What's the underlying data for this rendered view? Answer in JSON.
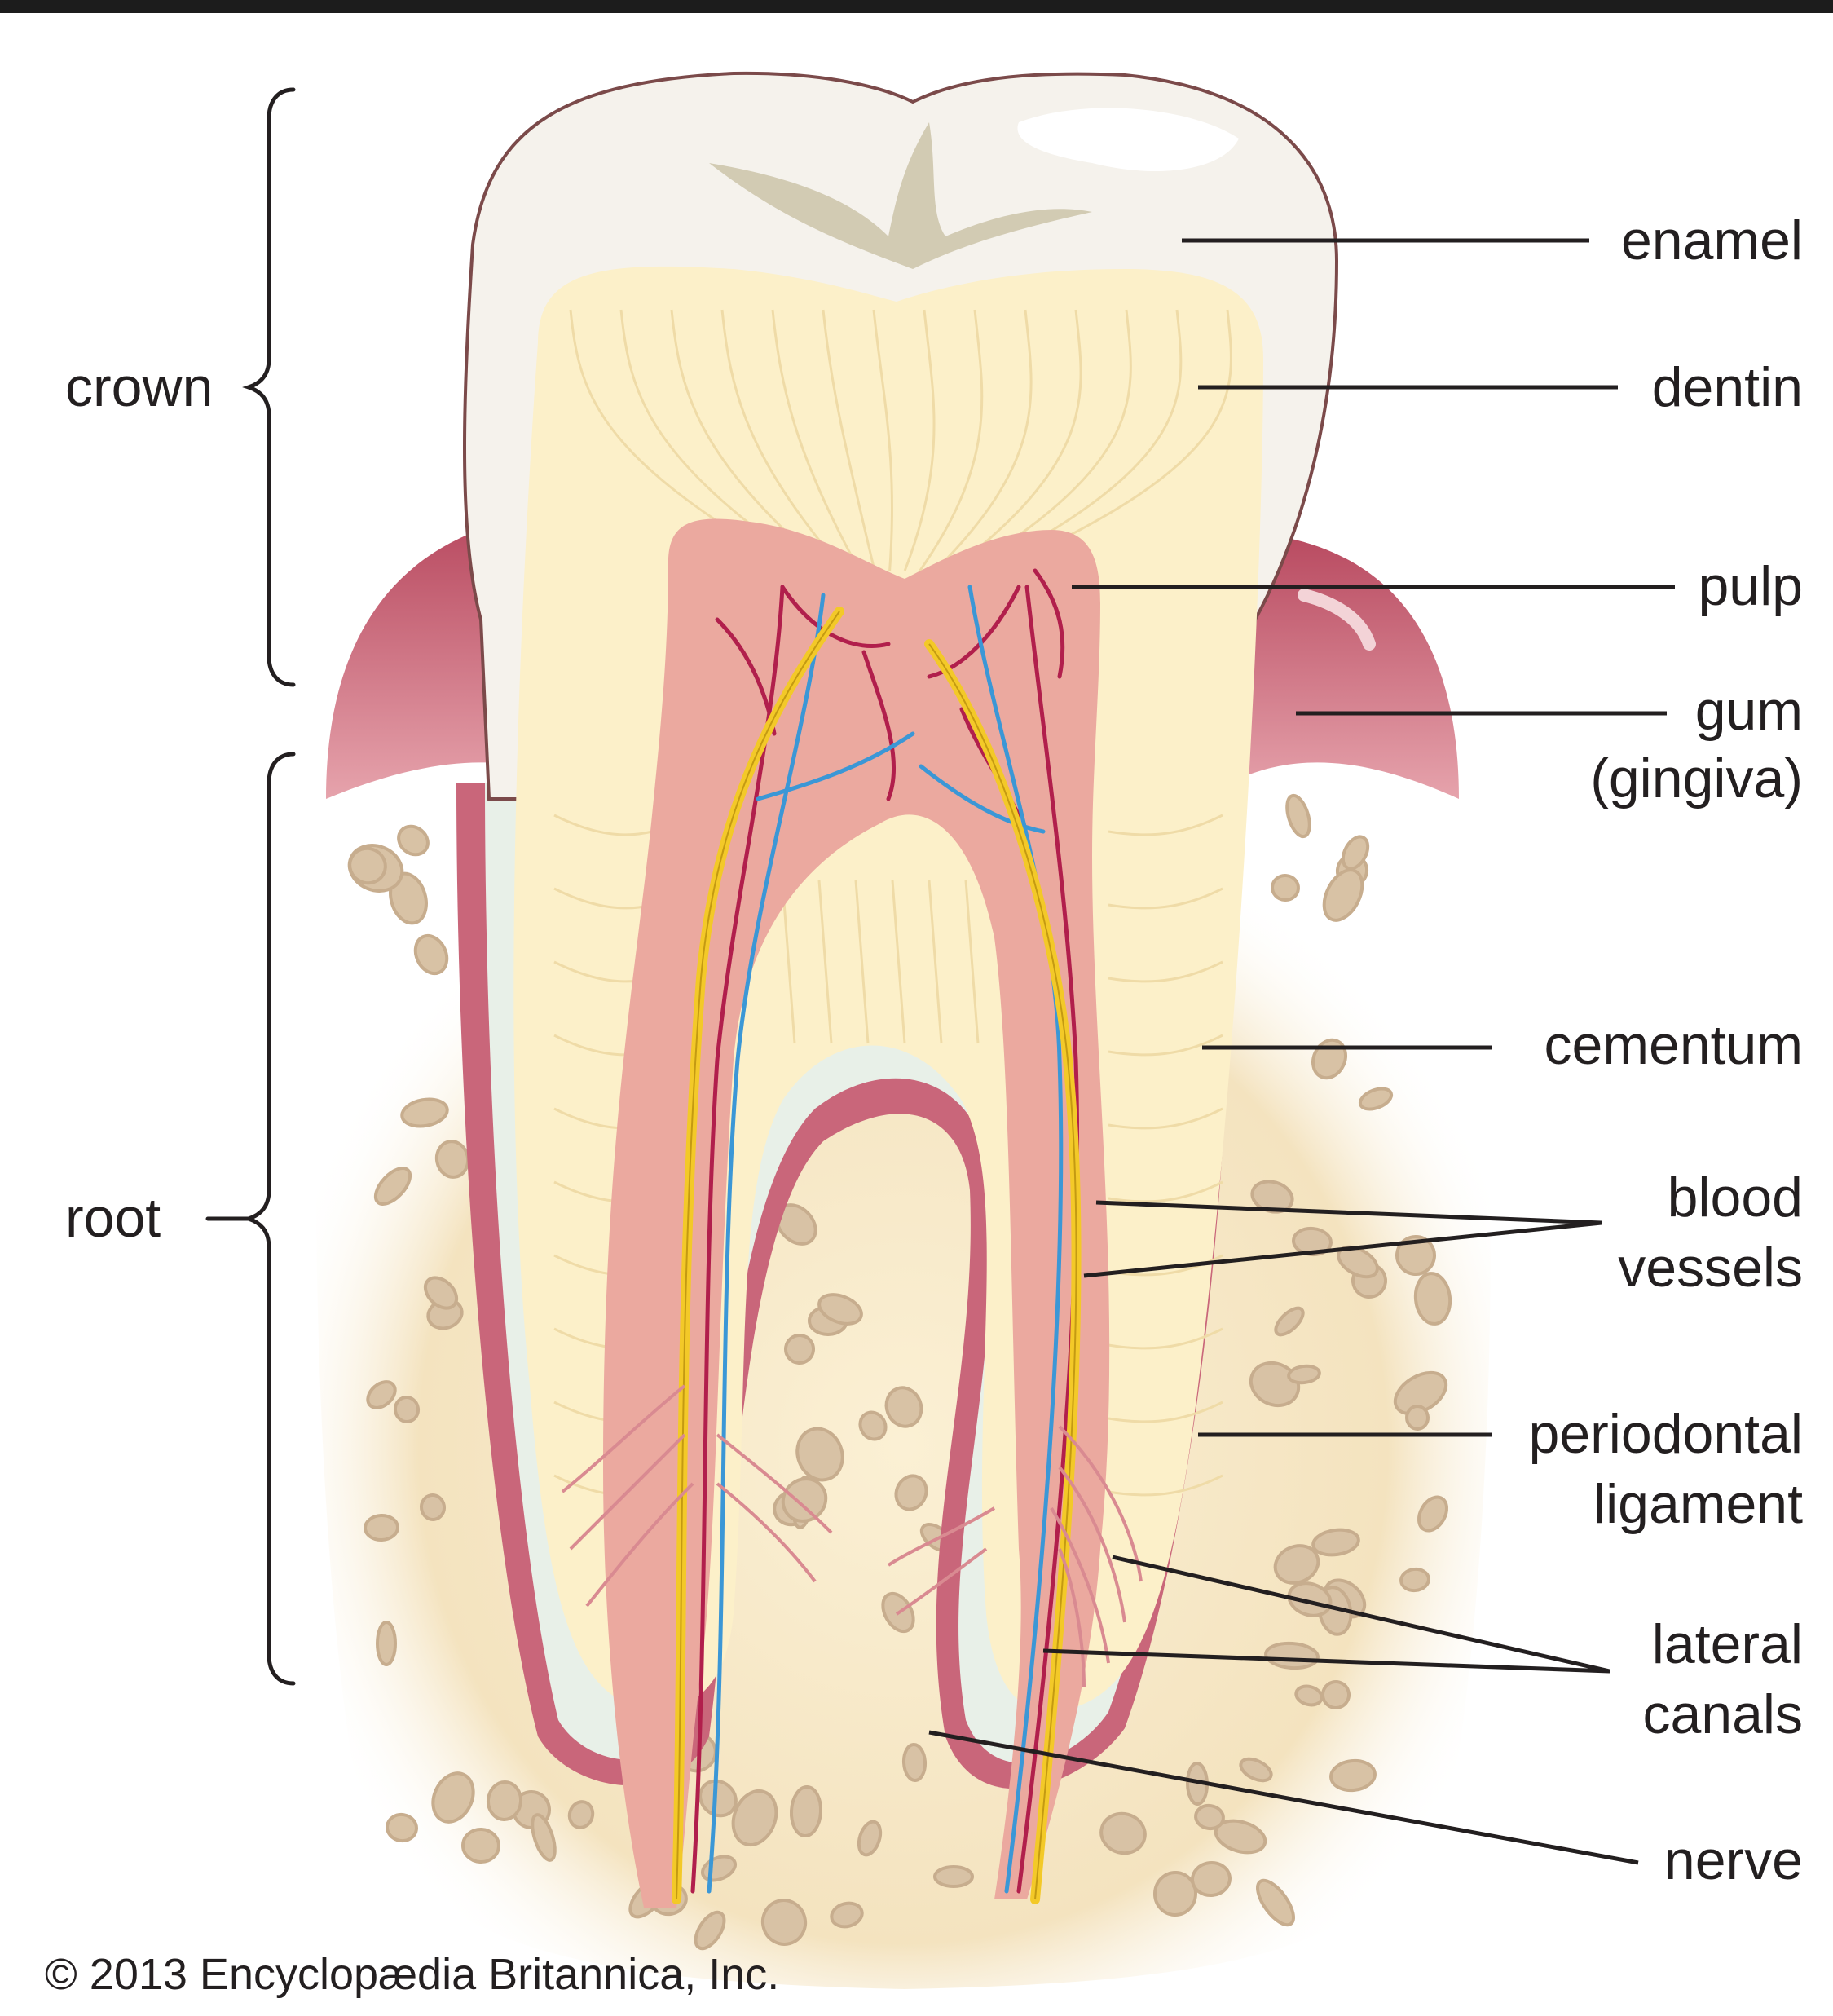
{
  "title": "",
  "labels": {
    "enamel": "enamel",
    "dentin": "dentin",
    "pulp": "pulp",
    "gum_line1": "gum",
    "gum_line2": "(gingiva)",
    "cementum": "cementum",
    "blood_vessels_line1": "blood",
    "blood_vessels_line2": "vessels",
    "periodontal_line1": "periodontal",
    "periodontal_line2": "ligament",
    "lateral_canals_line1": "lateral",
    "lateral_canals_line2": "canals",
    "nerve": "nerve",
    "crown": "crown",
    "root": "root"
  },
  "copyright": "© 2013 Encyclopædia Britannica, Inc.",
  "colors": {
    "enamel": "#f6f3ee",
    "dentin": "#fbefc8",
    "pulp": "#e9a8a0",
    "gum": "#cf6f7f",
    "bone": "#f3e6c7",
    "bone_spots": "#d9c4a8",
    "nerve": "#f4cc2a",
    "artery": "#b51f4f",
    "vein": "#3b9ad8",
    "leader": "#231f20"
  }
}
